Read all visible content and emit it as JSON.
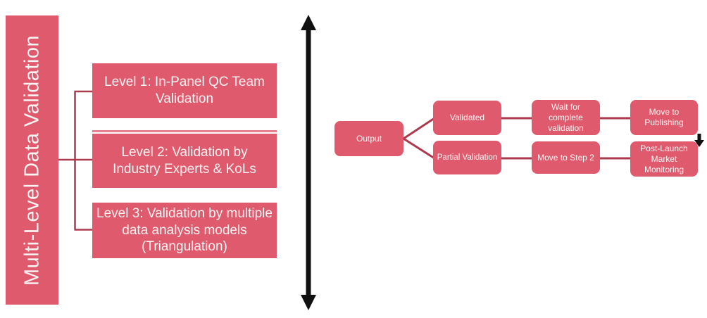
{
  "colors": {
    "box-fill": "#e05a6d",
    "connector": "#ac3a4e",
    "arrow": "#111111",
    "box-text": "#faf3f4",
    "divider": "#e8808f",
    "canvas-bg": "#ffffff"
  },
  "sidebar": {
    "title": "Multi-Level Data Validation"
  },
  "levels": [
    {
      "label": "Level 1: In-Panel QC Team Validation"
    },
    {
      "label": "Level 2: Validation by Industry Experts & KoLs"
    },
    {
      "label": "Level 3: Validation by multiple data analysis models (Triangulation)"
    }
  ],
  "flow": {
    "output": "Output",
    "validated": "Validated",
    "partial": "Partial Validation",
    "wait": "Wait for complete validation",
    "step2": "Move to Step 2",
    "publishing": "Move to Publishing",
    "monitoring": "Post-Launch Market Monitoring"
  }
}
